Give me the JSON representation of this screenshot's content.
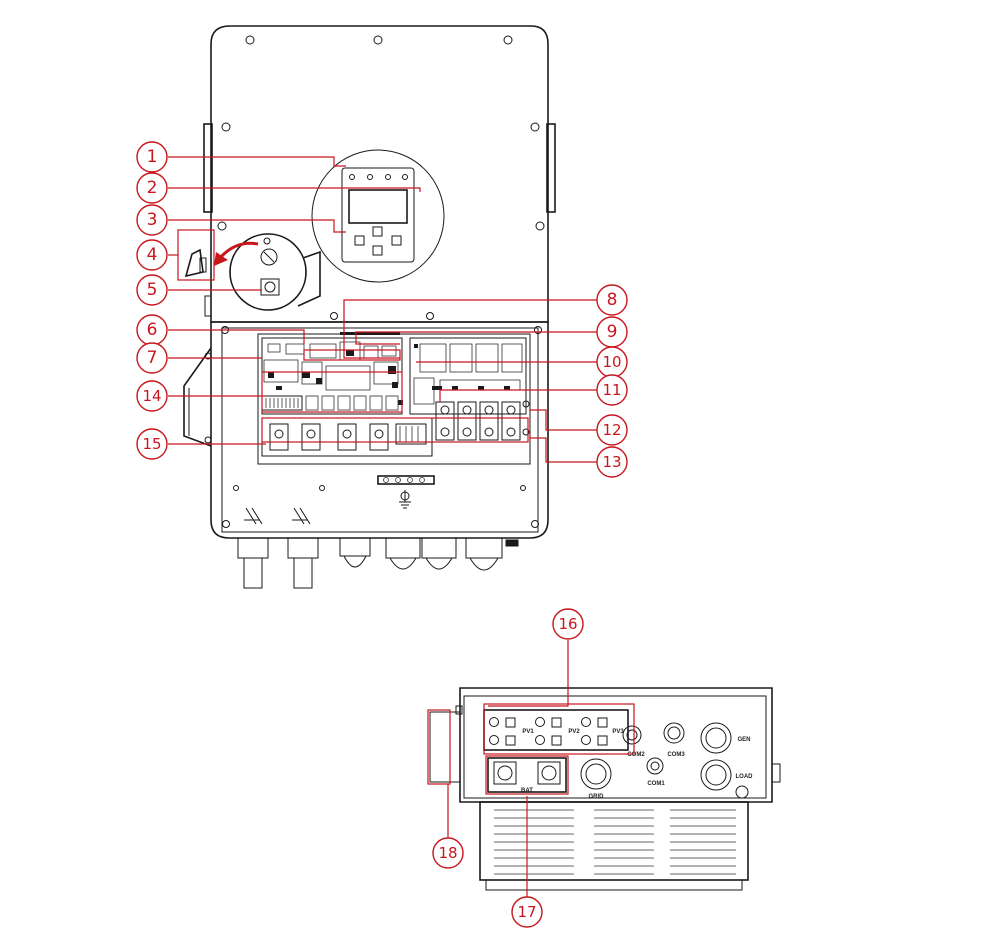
{
  "callouts": {
    "c1": "1",
    "c2": "2",
    "c3": "3",
    "c4": "4",
    "c5": "5",
    "c6": "6",
    "c7": "7",
    "c8": "8",
    "c9": "9",
    "c10": "10",
    "c11": "11",
    "c12": "12",
    "c13": "13",
    "c14": "14",
    "c15": "15",
    "c16": "16",
    "c17": "17",
    "c18": "18"
  },
  "bottom_labels": {
    "pv1": "PV1",
    "pv2": "PV2",
    "pv3": "PV3",
    "com1": "COM1",
    "com2": "COM2",
    "com3": "COM3",
    "bat": "BAT",
    "grid": "GRID",
    "gen": "GEN",
    "load": "LOAD"
  },
  "colors": {
    "callout": "#c8161d",
    "line": "#1a1a1a",
    "background": "#ffffff"
  }
}
